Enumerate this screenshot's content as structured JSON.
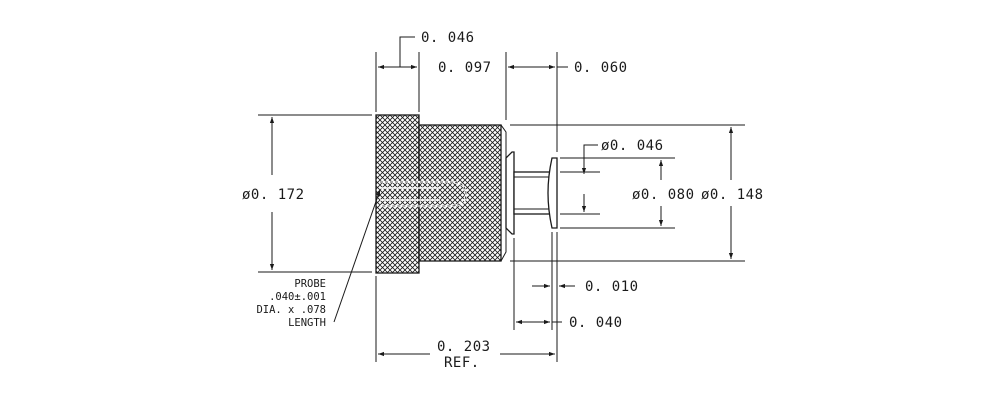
{
  "dimensions": {
    "d_046_top": "0. 046",
    "d_097": "0. 097",
    "d_060": "0. 060",
    "dia_172": "ø0. 172",
    "dia_046": "ø0. 046",
    "dia_080": "ø0. 080",
    "dia_148": "ø0. 148",
    "d_010": "0. 010",
    "d_040": "0. 040",
    "d_203": "0. 203",
    "ref": "REF."
  },
  "probe_note": {
    "line1": "PROBE",
    "line2": ".040±.001",
    "line3": "DIA. x .078",
    "line4": "LENGTH"
  },
  "colors": {
    "ink": "#1a1a1a",
    "background": "#ffffff"
  }
}
